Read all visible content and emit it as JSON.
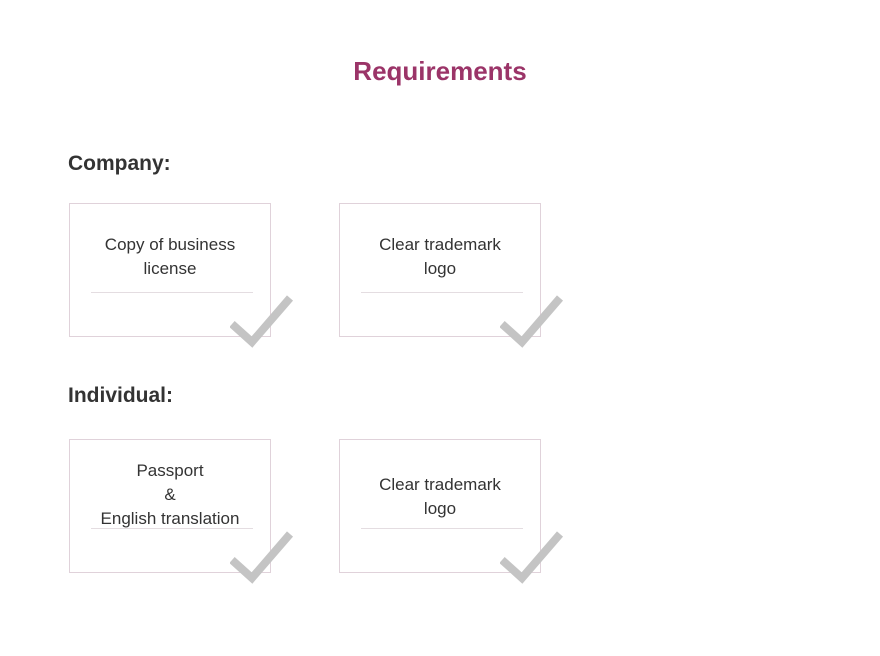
{
  "title": "Requirements",
  "sections": [
    {
      "heading": "Company:",
      "cards": [
        {
          "text": "Copy of business\nlicense"
        },
        {
          "text": "Clear trademark\nlogo"
        }
      ]
    },
    {
      "heading": "Individual:",
      "cards": [
        {
          "text": "Passport\n&\nEnglish translation"
        },
        {
          "text": "Clear trademark\nlogo"
        }
      ]
    }
  ],
  "colors": {
    "title": "#9b3468",
    "heading_text": "#333333",
    "card_border": "#e0d2da",
    "checkmark": "#c4c4c4"
  },
  "icons": {
    "card_check": "checkmark-icon"
  }
}
